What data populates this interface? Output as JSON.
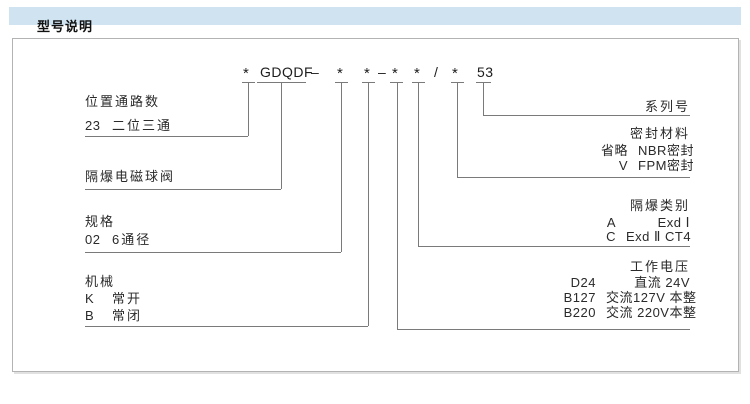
{
  "header": {
    "title": "型号说明"
  },
  "model_code": {
    "parts": [
      "*",
      "GDQDF",
      "–",
      "*",
      "*",
      "–",
      "*",
      "*",
      "/",
      "*",
      "53"
    ]
  },
  "left_sections": [
    {
      "title": "位置通路数",
      "rows": [
        {
          "code": "23",
          "desc": "二位三通"
        }
      ]
    },
    {
      "title": "隔爆电磁球阀",
      "rows": []
    },
    {
      "title": "规格",
      "rows": [
        {
          "code": "02",
          "desc": "6通径"
        }
      ]
    },
    {
      "title": "机械",
      "rows": [
        {
          "code": "K",
          "desc": "常开"
        },
        {
          "code": "B",
          "desc": "常闭"
        }
      ]
    }
  ],
  "right_sections": [
    {
      "title": "系列号",
      "rows": []
    },
    {
      "title": "密封材料",
      "rows": [
        {
          "code": "省略",
          "desc": "NBR密封"
        },
        {
          "code": "V",
          "desc": "FPM密封"
        }
      ]
    },
    {
      "title": "隔爆类别",
      "rows": [
        {
          "code": "A",
          "desc": "Exd Ⅰ"
        },
        {
          "code": "C",
          "desc": "Exd Ⅱ CT4"
        }
      ]
    },
    {
      "title": "工作电压",
      "rows": [
        {
          "code": "D24",
          "desc": "直流 24V"
        },
        {
          "code": "B127",
          "desc": "交流127V 本整"
        },
        {
          "code": "B220",
          "desc": "交流 220V本整"
        }
      ]
    }
  ],
  "colors": {
    "header_bg": "#cfe3f1",
    "line": "#7a7a7a",
    "border": "#b3b3b3",
    "text": "#222222"
  }
}
